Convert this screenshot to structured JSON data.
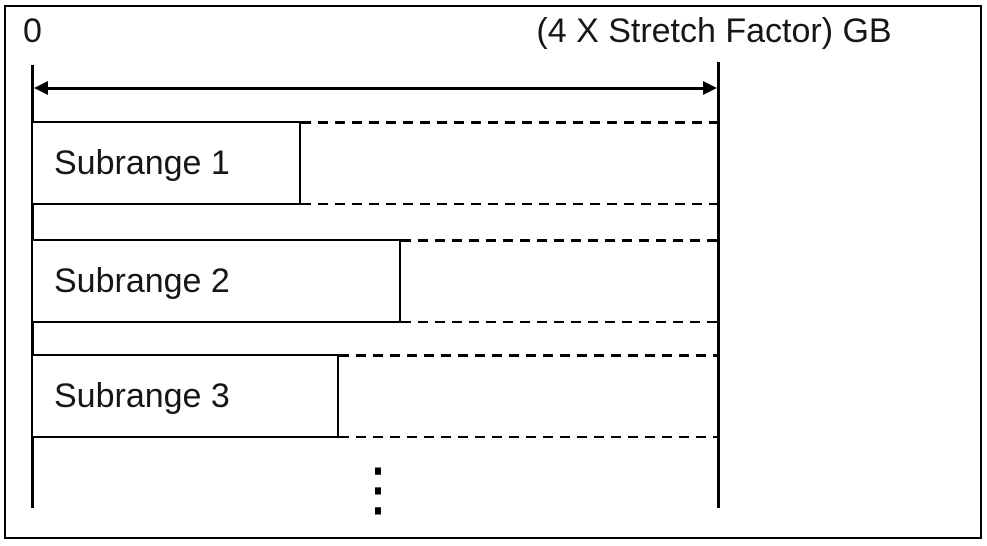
{
  "figure": {
    "axis": {
      "origin_label": "0",
      "extent_label": "(4 X Stretch Factor) GB"
    },
    "subranges": [
      {
        "label": "Subrange 1"
      },
      {
        "label": "Subrange 2"
      },
      {
        "label": "Subrange 3"
      }
    ],
    "continuation_ellipsis": "⋮",
    "colors": {
      "ink": "#000000",
      "background": "#ffffff"
    }
  }
}
